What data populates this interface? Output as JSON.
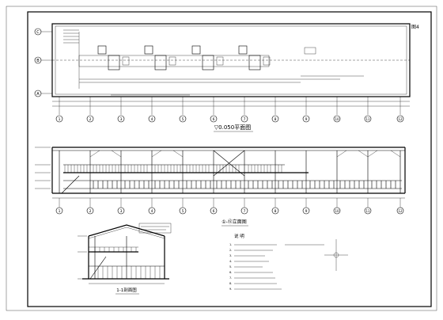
{
  "plan": {
    "title": "▽0.050平面图",
    "row_axes": [
      "C",
      "B",
      "A"
    ],
    "col_axes": [
      "1",
      "2",
      "3",
      "4",
      "5",
      "6",
      "7",
      "8",
      "9",
      "10",
      "11",
      "12"
    ],
    "corner_note": "图4"
  },
  "elevation": {
    "title": "①-⑫立面图",
    "col_axes": [
      "1",
      "2",
      "3",
      "4",
      "5",
      "6",
      "7",
      "8",
      "9",
      "10",
      "11",
      "12"
    ]
  },
  "section": {
    "title": "1-1剖面图"
  },
  "notes": {
    "heading": "说 明",
    "lines": [
      "1.",
      "2.",
      "3.",
      "4.",
      "5.",
      "6.",
      "7.",
      "8.",
      "9."
    ]
  },
  "colors": {
    "line": "#000000",
    "paper": "#ffffff"
  }
}
